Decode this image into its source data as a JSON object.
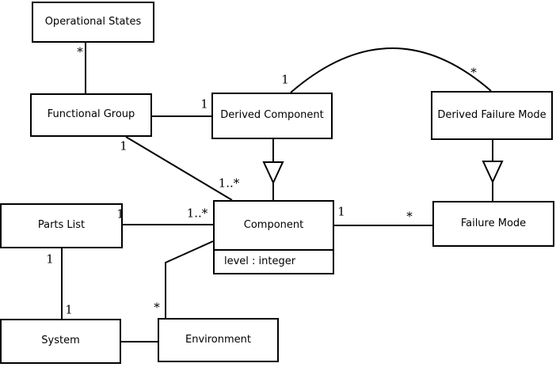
{
  "diagram": {
    "kind": "uml-class-diagram",
    "background_color": "#ffffff",
    "line_color": "#000000",
    "nodes": {
      "operational_states": {
        "label": "Operational States"
      },
      "functional_group": {
        "label": "Functional Group"
      },
      "derived_component": {
        "label": "Derived Component"
      },
      "derived_failure_mode": {
        "label": "Derived Failure Mode"
      },
      "parts_list": {
        "label": "Parts List"
      },
      "component": {
        "label": "Component",
        "attribute": "level : integer"
      },
      "failure_mode": {
        "label": "Failure Mode"
      },
      "system": {
        "label": "System"
      },
      "environment": {
        "label": "Environment"
      }
    },
    "edges": {
      "os_fg": {
        "from": "Operational States",
        "to": "Functional Group",
        "source_mult": "*"
      },
      "fg_dc": {
        "from": "Functional Group",
        "to": "Derived Component",
        "target_mult": "1"
      },
      "fg_comp": {
        "from": "Functional Group",
        "to": "Component",
        "source_mult": "1",
        "target_mult": "1..*"
      },
      "dc_dfm": {
        "from": "Derived Component",
        "to": "Derived Failure Mode",
        "source_mult": "1",
        "target_mult": "*",
        "shape": "arc"
      },
      "dc_comp": {
        "from": "Derived Component",
        "to": "Component",
        "type": "generalization"
      },
      "dfm_fm": {
        "from": "Derived Failure Mode",
        "to": "Failure Mode",
        "type": "generalization"
      },
      "pl_comp": {
        "from": "Parts List",
        "to": "Component",
        "source_mult": "1",
        "target_mult": "1..*"
      },
      "pl_sys": {
        "from": "Parts List",
        "to": "System",
        "source_mult": "1",
        "target_mult": "1"
      },
      "comp_fm": {
        "from": "Component",
        "to": "Failure Mode",
        "source_mult": "1",
        "target_mult": "*"
      },
      "comp_env": {
        "from": "Component",
        "to": "Environment",
        "target_mult": "*"
      },
      "sys_env": {
        "from": "System",
        "to": "Environment"
      }
    }
  }
}
